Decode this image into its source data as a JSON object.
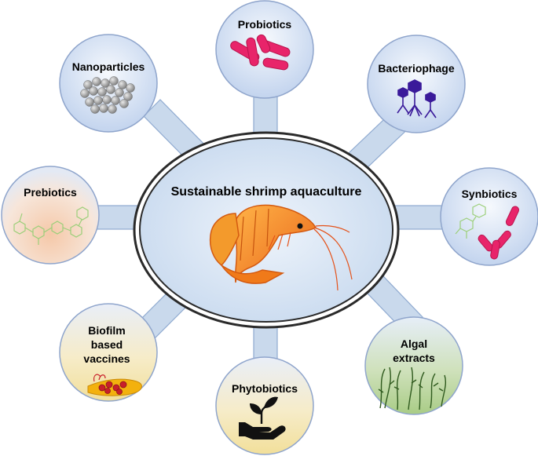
{
  "center": {
    "title": "Sustainable shrimp aquaculture",
    "icon": "shrimp-icon"
  },
  "nodes": [
    {
      "id": "probiotics",
      "label": [
        "Probiotics"
      ],
      "icon": "rod-bacteria-icon"
    },
    {
      "id": "bacteriophage",
      "label": [
        "Bacteriophage"
      ],
      "icon": "bacteriophage-icon"
    },
    {
      "id": "synbiotics",
      "label": [
        "Synbiotics"
      ],
      "icon": "molecule-and-bacteria-icon"
    },
    {
      "id": "algal-extracts",
      "label": [
        "Algal",
        "extracts"
      ],
      "icon": "seaweed-icon"
    },
    {
      "id": "phytobiotics",
      "label": [
        "Phytobiotics"
      ],
      "icon": "hand-with-sprout-icon"
    },
    {
      "id": "biofilm-vaccines",
      "label": [
        "Biofilm",
        "based",
        "vaccines"
      ],
      "icon": "biofilm-icon"
    },
    {
      "id": "prebiotics",
      "label": [
        "Prebiotics"
      ],
      "icon": "oligosaccharide-chain-icon"
    },
    {
      "id": "nanoparticles",
      "label": [
        "Nanoparticles"
      ],
      "icon": "nanoparticle-cluster-icon"
    }
  ],
  "colors": {
    "connector": "#c9d9ec",
    "connector_stroke": "#8faad0",
    "circle_stroke": "#8fa5cc",
    "bacteria_pink": "#e8246a",
    "phage_purple": "#3a1a9a",
    "shrimp_orange": "#f07a1a"
  }
}
